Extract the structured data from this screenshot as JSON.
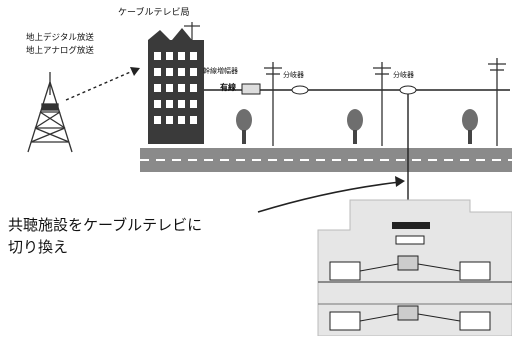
{
  "labels": {
    "station": "ケーブルテレビ局",
    "digital": "地上デジタル放送",
    "analog": "地上アナログ放送",
    "trunk_line": "幹線増幅器",
    "cable": "有線",
    "splitter_1": "分岐器",
    "splitter_2": "分岐器",
    "caption_line1": "共聴施設をケーブルテレビに",
    "caption_line2": "切り換え"
  },
  "colors": {
    "road": "#8a8a8a",
    "road_stripe": "#ffffff",
    "building": "#3a3a3a",
    "tree": "#707070",
    "line": "#222222",
    "house_bg": "#e6e6e6"
  }
}
